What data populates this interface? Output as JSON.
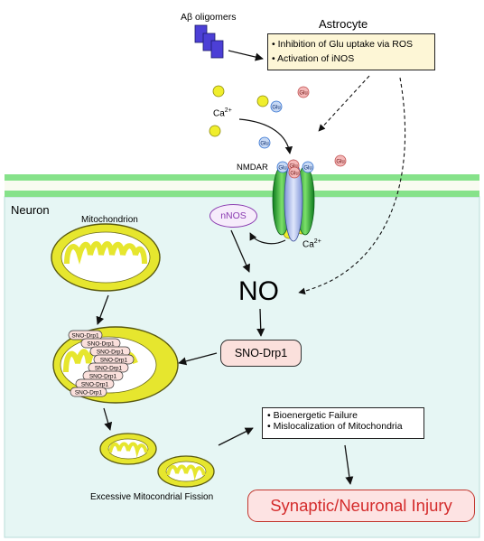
{
  "labels": {
    "ab_oligomers": "Aβ oligomers",
    "astrocyte": "Astrocyte",
    "astrocyte_effects": [
      "Inhibition of Glu uptake via ROS",
      "Activation of iNOS"
    ],
    "ca_top": "Ca",
    "ca_superscript": "2+",
    "glu": "Glu",
    "nmdar": "NMDAR",
    "neuron": "Neuron",
    "nnos": "nNOS",
    "ca_bottom": "Ca",
    "mitochondrion": "Mitochondrion",
    "no": "NO",
    "sno_drp1": "SNO-Drp1",
    "drp1_tag": "SNO-Drp1",
    "outcomes": [
      "Bioenergetic Failure",
      "Mislocalization of Mitochondria"
    ],
    "fission": "Excessive Mitocondrial Fission",
    "injury": "Synaptic/Neuronal Injury"
  },
  "colors": {
    "membrane": "#86e28a",
    "neuron_bg": "#e6f6f4",
    "ca_ion": "#f0ee2c",
    "glu_blue": "#2f6fd0",
    "glu_pink": "#e88d8d",
    "mito_outer": "#e6e62e",
    "ab_blue": "#4c3fd6",
    "injury_red": "#d42c2c",
    "nnos_purple": "#8a3bb0"
  }
}
